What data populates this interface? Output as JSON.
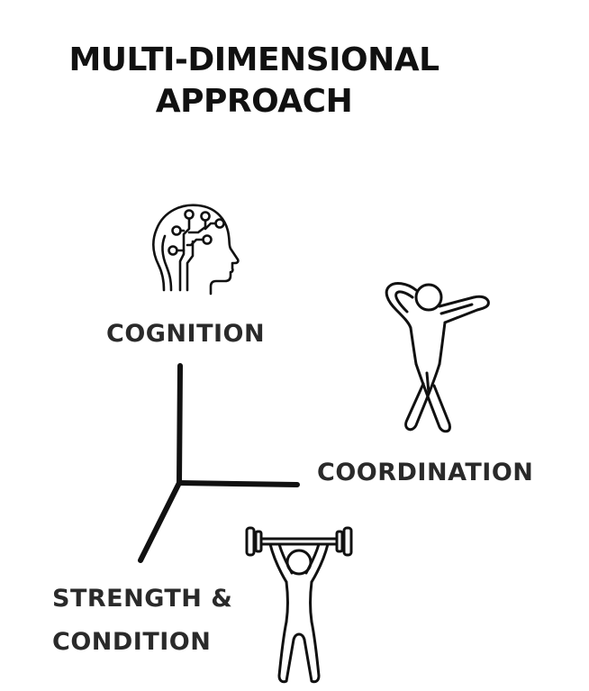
{
  "title": {
    "line1": "MULTI-DIMENSIONAL",
    "line2": "APPROACH"
  },
  "dimensions": {
    "cognition": {
      "label": "COGNITION",
      "icon": "brain-head-icon"
    },
    "coordination": {
      "label": "COORDINATION",
      "icon": "dancing-figure-icon"
    },
    "strength": {
      "label_line1": "STRENGTH &",
      "label_line2": "CONDITION",
      "icon": "weightlifter-icon"
    }
  },
  "colors": {
    "text": "#111111",
    "axis": "#111111",
    "icon_stroke": "#111111"
  }
}
